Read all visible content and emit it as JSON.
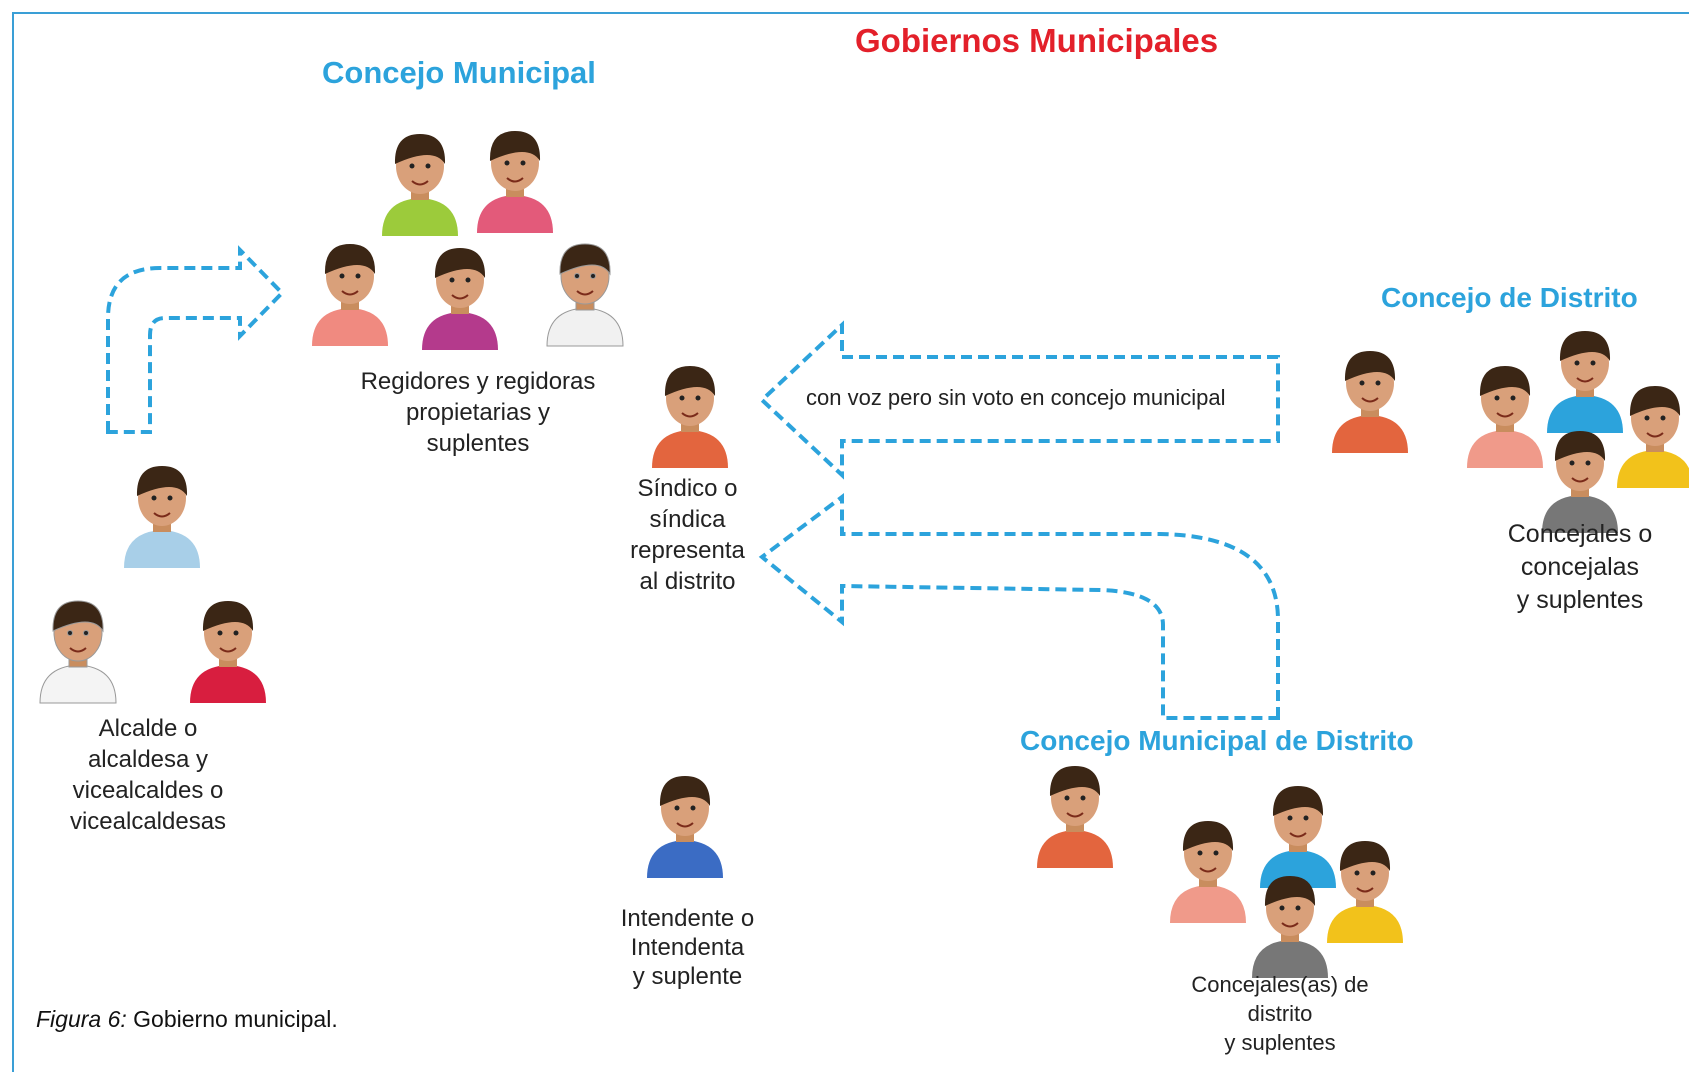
{
  "title": "Gobiernos Municipales",
  "concejo_municipal": {
    "heading": "Concejo Municipal",
    "regidores_label": "Regidores y regidoras\npropietarias y\nsuplentes",
    "alcalde_label": "Alcalde o\nalcaldesa y\nvicealcaldes o\nvicealcaldesas"
  },
  "sindico_label": "Síndico o\nsíndica\nrepresenta\nal distrito",
  "intendente_label": "Intendente o\nIntendenta\ny suplente",
  "arrow_label": "con voz pero sin voto en concejo municipal",
  "concejo_distrito": {
    "heading": "Concejo de Distrito",
    "label": "Concejales o\nconcejalas\ny suplentes"
  },
  "concejo_municipal_distrito": {
    "heading": "Concejo Municipal de Distrito",
    "label": "Concejales(as) de\ndistrito\ny suplentes"
  },
  "caption": {
    "figure": "Figura 6:",
    "text": " Gobierno municipal."
  },
  "colors": {
    "title": "#e3202a",
    "heading": "#2ca3dc",
    "arrow": "#2ca3dc"
  }
}
